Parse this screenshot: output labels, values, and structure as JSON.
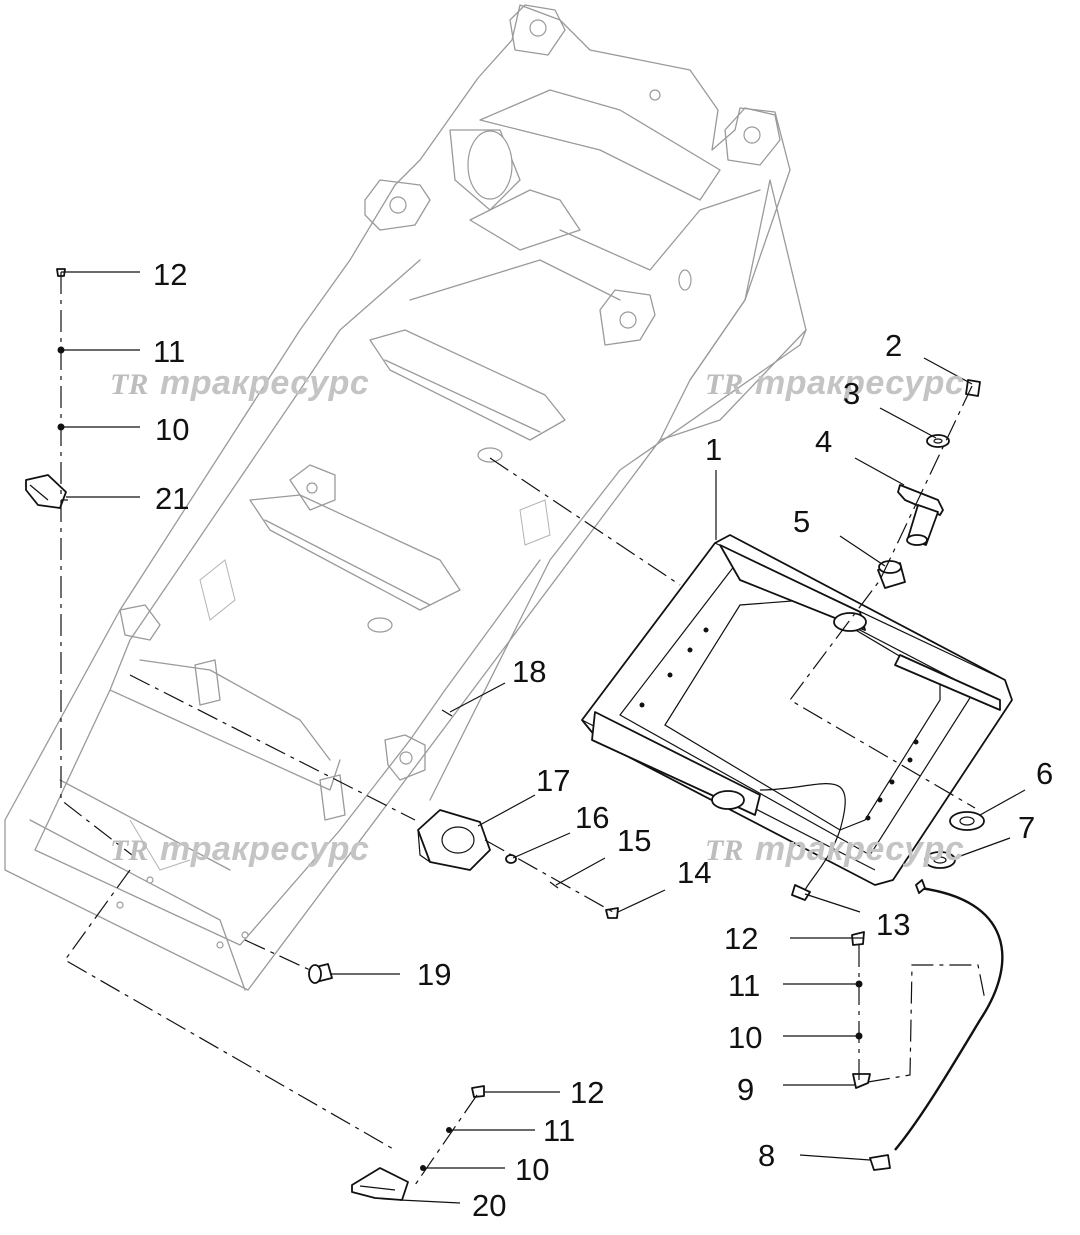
{
  "watermark": {
    "logo": "TR",
    "text": "тракресурс"
  },
  "callouts": [
    {
      "id": "c1",
      "label": "1"
    },
    {
      "id": "c2",
      "label": "2"
    },
    {
      "id": "c3",
      "label": "3"
    },
    {
      "id": "c4",
      "label": "4"
    },
    {
      "id": "c5",
      "label": "5"
    },
    {
      "id": "c6",
      "label": "6"
    },
    {
      "id": "c7",
      "label": "7"
    },
    {
      "id": "c8",
      "label": "8"
    },
    {
      "id": "c9",
      "label": "9"
    },
    {
      "id": "c10a",
      "label": "10"
    },
    {
      "id": "c10b",
      "label": "10"
    },
    {
      "id": "c10c",
      "label": "10"
    },
    {
      "id": "c11a",
      "label": "11"
    },
    {
      "id": "c11b",
      "label": "11"
    },
    {
      "id": "c11c",
      "label": "11"
    },
    {
      "id": "c12a",
      "label": "12"
    },
    {
      "id": "c12b",
      "label": "12"
    },
    {
      "id": "c12c",
      "label": "12"
    },
    {
      "id": "c13",
      "label": "13"
    },
    {
      "id": "c14",
      "label": "14"
    },
    {
      "id": "c15",
      "label": "15"
    },
    {
      "id": "c16",
      "label": "16"
    },
    {
      "id": "c17",
      "label": "17"
    },
    {
      "id": "c18",
      "label": "18"
    },
    {
      "id": "c19",
      "label": "19"
    },
    {
      "id": "c20",
      "label": "20"
    },
    {
      "id": "c21",
      "label": "21"
    }
  ]
}
